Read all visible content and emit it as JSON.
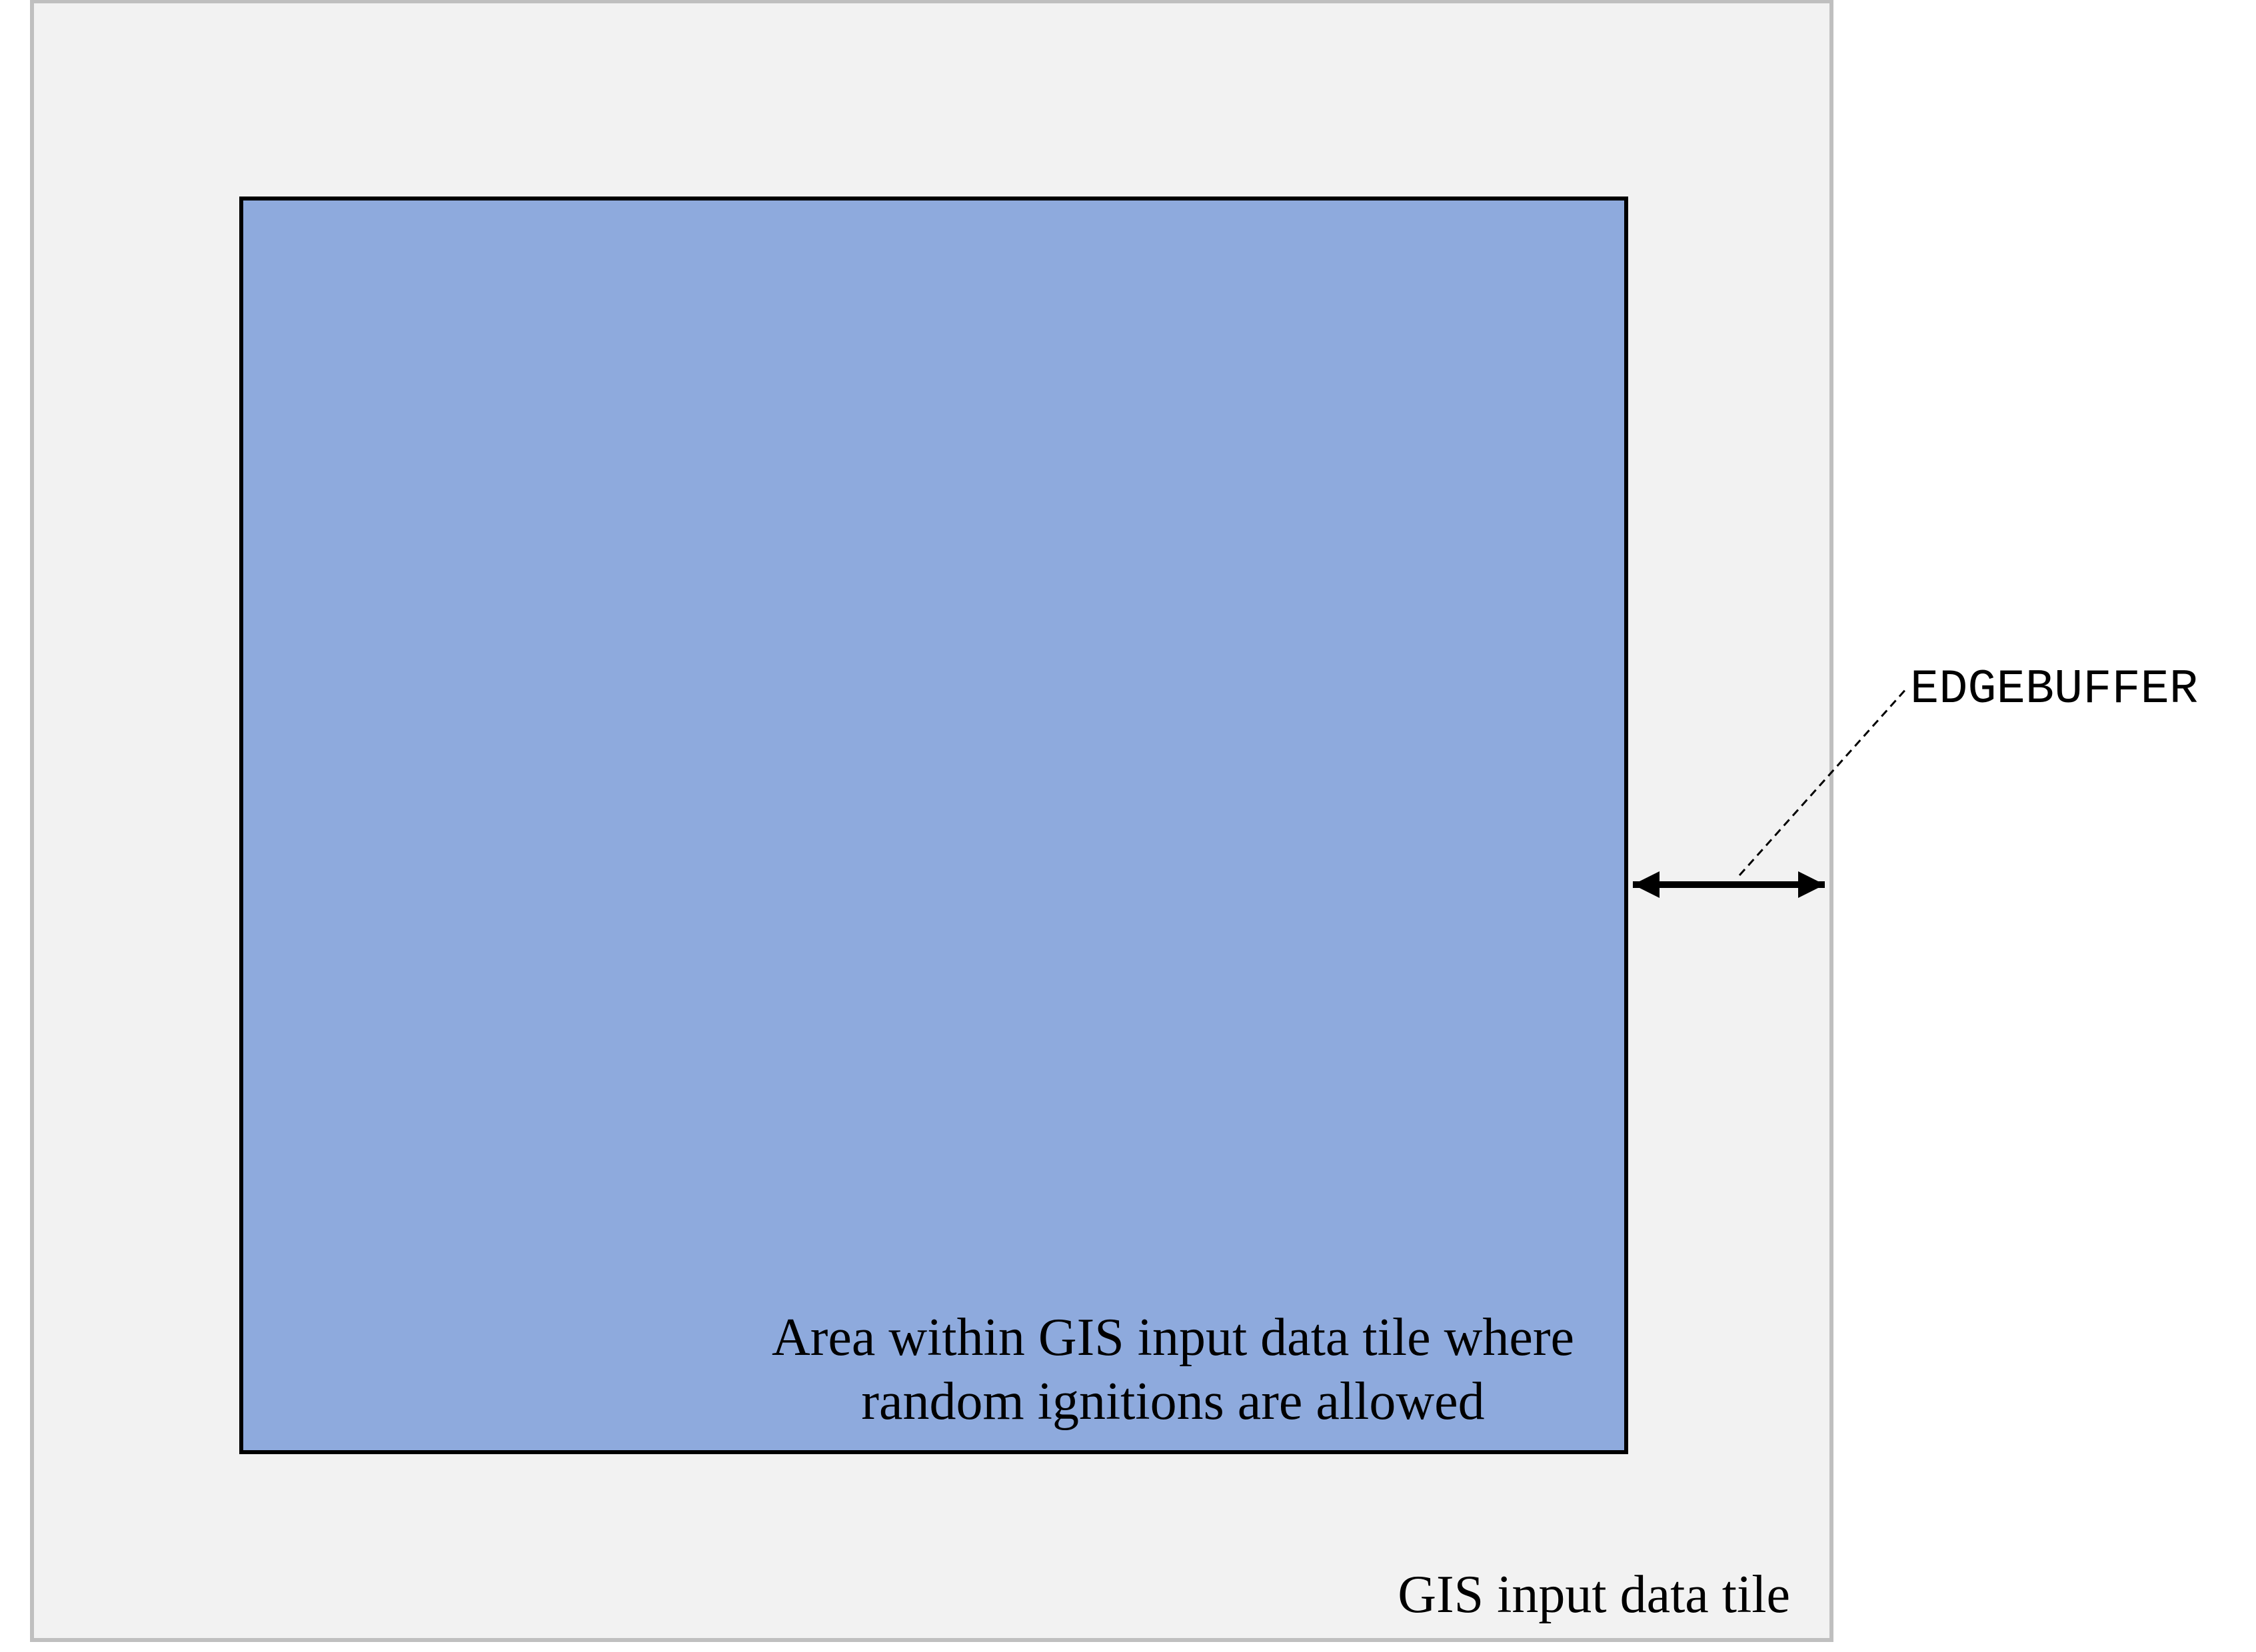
{
  "diagram": {
    "outer_tile": {
      "label": "GIS input data tile",
      "fill_color": "#f2f2f2",
      "border_color": "#bfbfbf"
    },
    "inner_area": {
      "label_line1": "Area within GIS input data tile where",
      "label_line2": "random ignitions are allowed",
      "fill_color": "#8eaadd",
      "border_color": "#000000"
    },
    "buffer_annotation": {
      "label": "EDGEBUFFER",
      "arrow_color": "#000000"
    }
  }
}
